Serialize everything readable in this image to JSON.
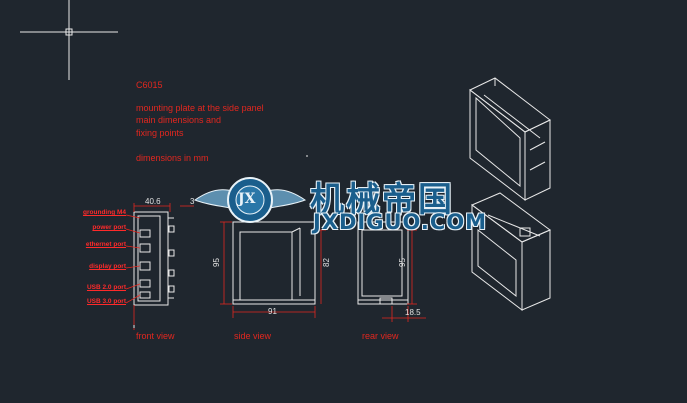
{
  "title": "C6015",
  "notes": {
    "line1": "mounting plate at the side panel",
    "line2": "main dimensions and",
    "line3": "fixing points",
    "line4": "dimensions in mm"
  },
  "ports": [
    "grounding M4",
    "power port",
    "ethernet port",
    "display port",
    "USB 2.0 port",
    "USB 3.0 port"
  ],
  "dimensions": {
    "front_width": "40.6",
    "front_gap": "3",
    "side_height": "95",
    "side_height2": "82",
    "side_width": "91",
    "rear_height": "95",
    "rear_offset": "18.5"
  },
  "captions": {
    "front": "front view",
    "side": "side view",
    "rear": "rear view"
  },
  "watermark": {
    "cn": "机械帝国",
    "en": "JXDIGUO.COM",
    "logo": "JX"
  },
  "colors": {
    "background": "#1f262e",
    "annotation": "#e2271f",
    "drawing": "#e8e8e8",
    "dimension": "#e2271f",
    "watermark": "#1a5e8c"
  }
}
